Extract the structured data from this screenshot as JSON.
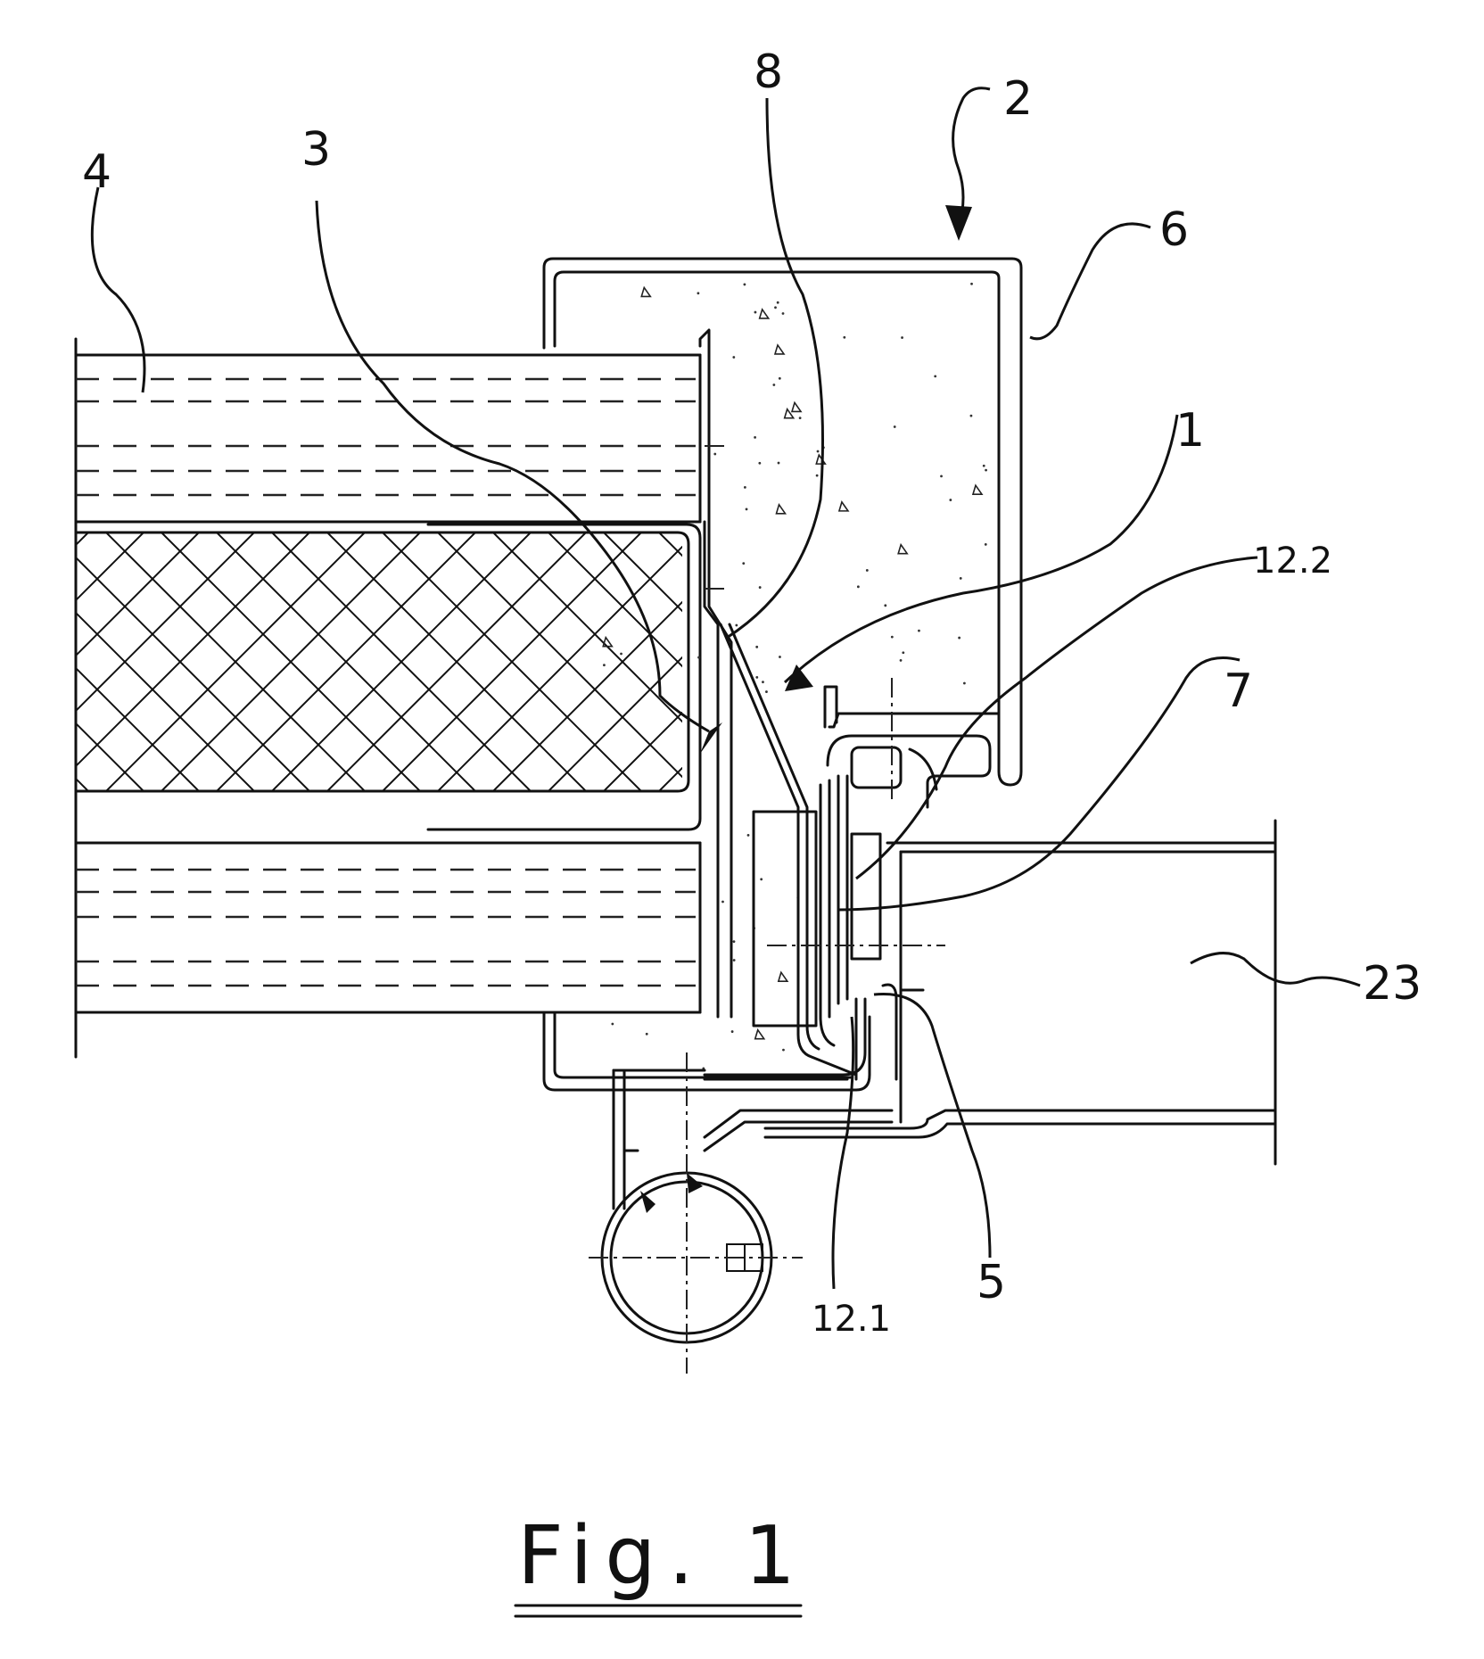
{
  "figure": {
    "caption": "Fig. 1"
  },
  "labels": {
    "l1": "1",
    "l2": "2",
    "l3": "3",
    "l4": "4",
    "l5": "5",
    "l6": "6",
    "l7": "7",
    "l8": "8",
    "l12_1": "12.1",
    "l12_2": "12.2",
    "l23": "23"
  }
}
